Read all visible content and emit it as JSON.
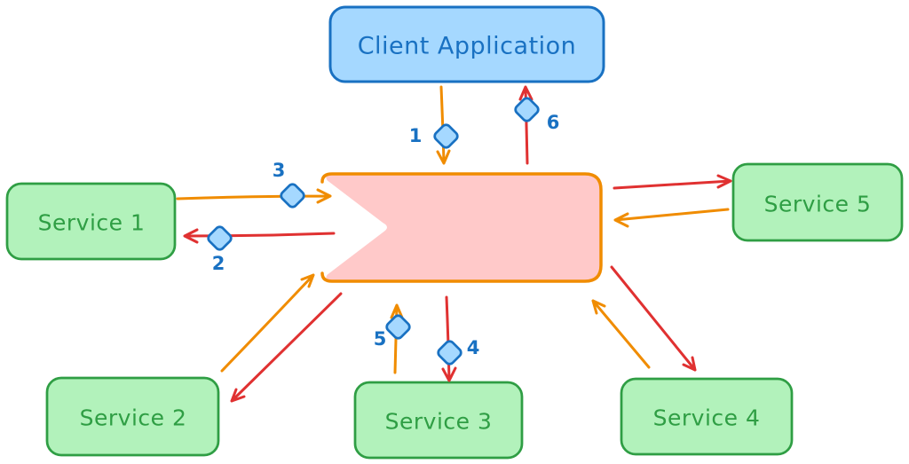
{
  "colors": {
    "canvas_bg": "#ffffff",
    "blue_stroke": "#1971c2",
    "blue_fill": "#a5d8ff",
    "green_stroke": "#2f9e44",
    "green_fill": "#b2f2bb",
    "pink_fill": "#ffc9c9",
    "orange": "#f08c00",
    "red": "#e03131"
  },
  "nodes": {
    "client": {
      "label": "Client Application"
    },
    "service1": {
      "label": "Service 1"
    },
    "service2": {
      "label": "Service 2"
    },
    "service3": {
      "label": "Service 3"
    },
    "service4": {
      "label": "Service 4"
    },
    "service5": {
      "label": "Service 5"
    }
  },
  "flows": [
    {
      "step": "1",
      "from": "client",
      "to": "hub",
      "color": "orange"
    },
    {
      "step": "2",
      "from": "hub",
      "to": "service1",
      "color": "red"
    },
    {
      "step": "3",
      "from": "service1",
      "to": "hub",
      "color": "orange"
    },
    {
      "step": "4",
      "from": "hub",
      "to": "service3",
      "color": "red"
    },
    {
      "step": "5",
      "from": "service3",
      "to": "hub",
      "color": "orange"
    },
    {
      "step": "6",
      "from": "hub",
      "to": "client",
      "color": "red"
    },
    {
      "step": "",
      "from": "service2",
      "to": "hub",
      "color": "orange"
    },
    {
      "step": "",
      "from": "hub",
      "to": "service2",
      "color": "red"
    },
    {
      "step": "",
      "from": "service4",
      "to": "hub",
      "color": "orange"
    },
    {
      "step": "",
      "from": "hub",
      "to": "service4",
      "color": "red"
    },
    {
      "step": "",
      "from": "service5",
      "to": "hub",
      "color": "orange"
    },
    {
      "step": "",
      "from": "hub",
      "to": "service5",
      "color": "red"
    }
  ]
}
